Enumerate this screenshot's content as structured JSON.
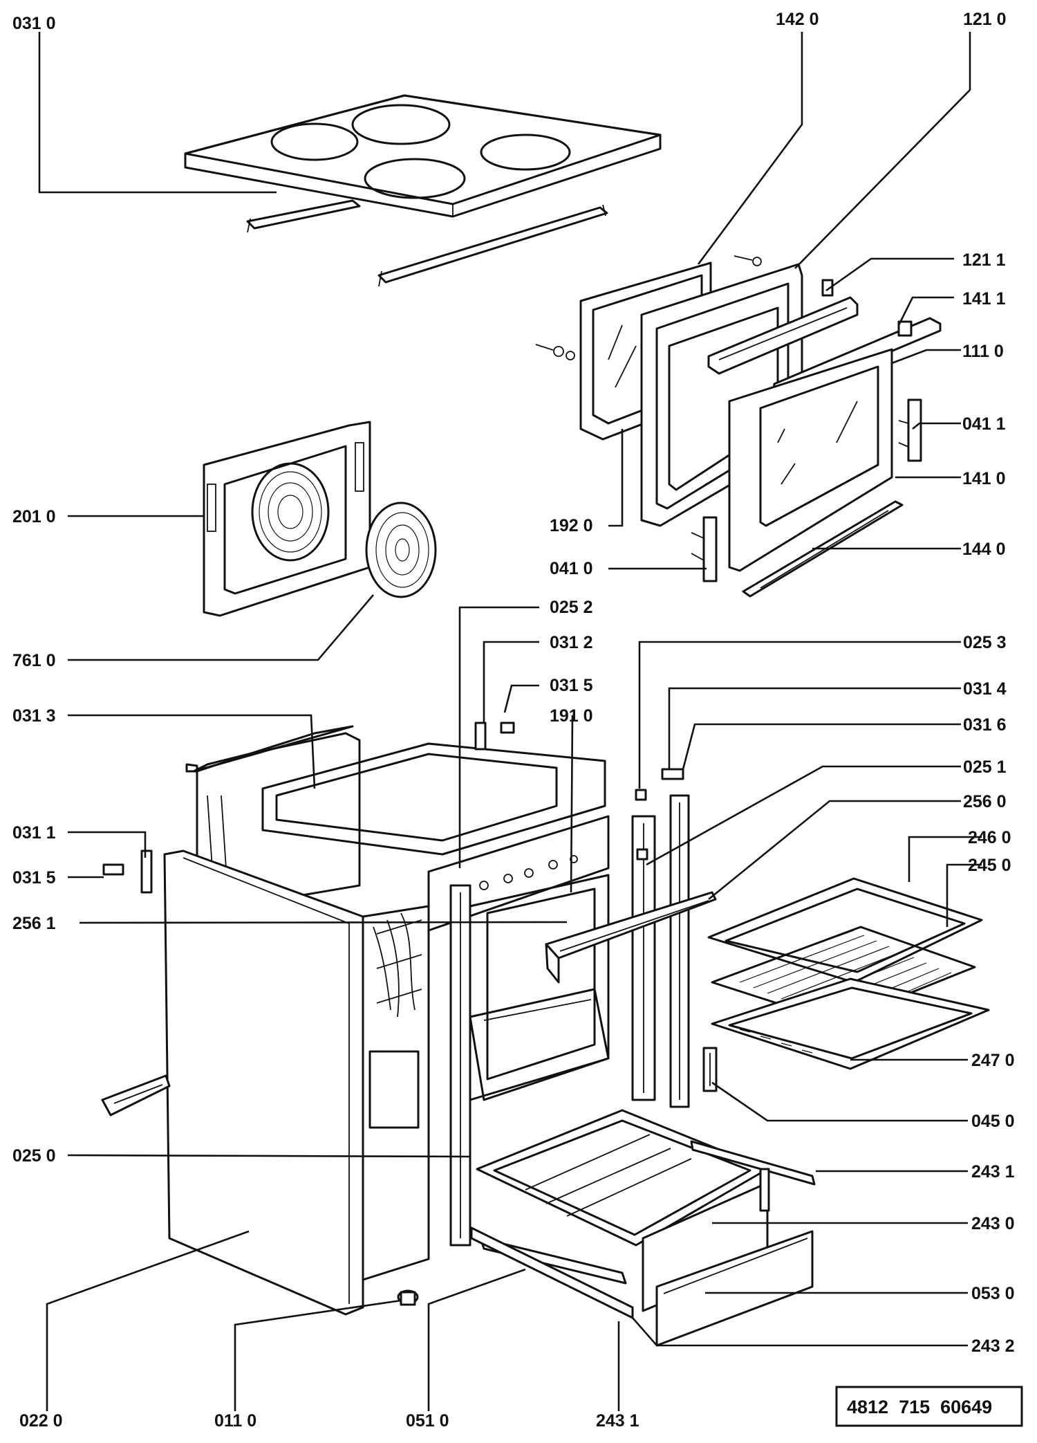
{
  "colors": {
    "ink": "#111111",
    "paper": "#ffffff"
  },
  "labels": {
    "l0310": "031 0",
    "l1420": "142 0",
    "l1210": "121 0",
    "l1211": "121 1",
    "l1411": "141 1",
    "l1110": "111 0",
    "l0411": "041 1",
    "l1410": "141 0",
    "l1440": "144 0",
    "l2010": "201 0",
    "l1920": "192 0",
    "l0410": "041 0",
    "l7610": "761 0",
    "l0252": "025 2",
    "l0312": "031 2",
    "l0253": "025 3",
    "l0315a": "031 5",
    "l0314": "031 4",
    "l0313": "031 3",
    "l1910": "191 0",
    "l0316": "031 6",
    "l0251": "025 1",
    "l2560": "256 0",
    "l0311": "031 1",
    "l2460": "246 0",
    "l0315b": "031 5",
    "l2450": "245 0",
    "l2561": "256 1",
    "l2470": "247 0",
    "l0450": "045 0",
    "l0250": "025 0",
    "l2431a": "243 1",
    "l2430": "243 0",
    "l0530": "053 0",
    "l2432": "243 2",
    "l0220": "022 0",
    "l0110": "011 0",
    "l0510": "051 0",
    "l2431b": "243 1"
  },
  "part_number": "4812  715  60649"
}
